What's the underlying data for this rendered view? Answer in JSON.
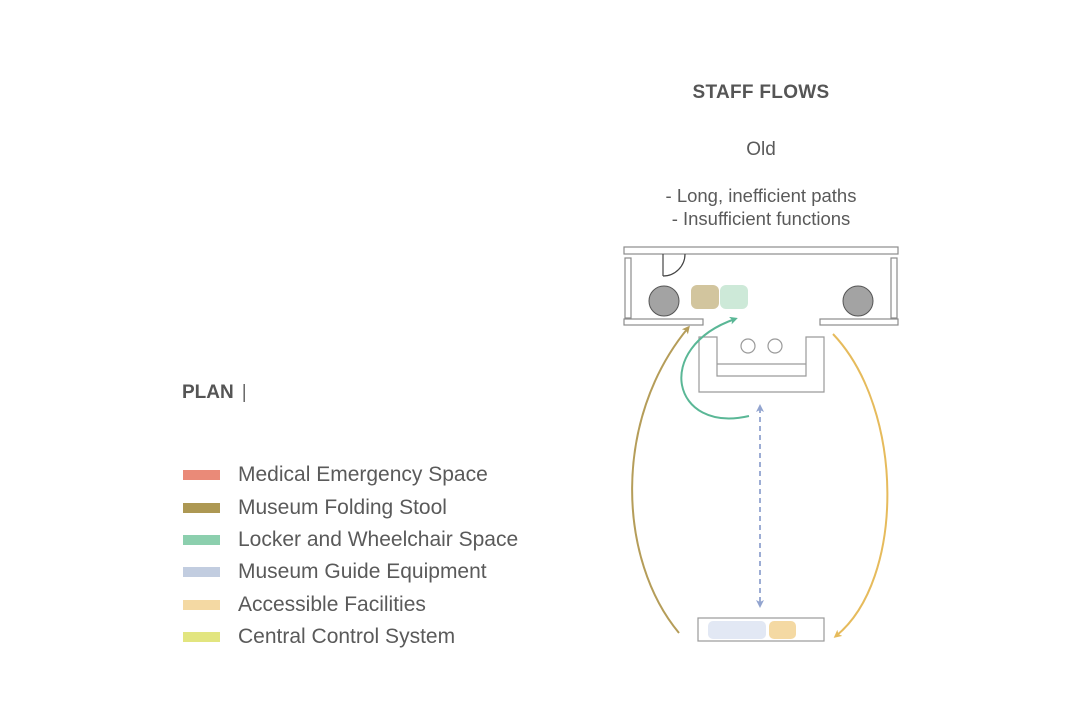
{
  "header": {
    "heading": "STAFF FLOWS",
    "version": "Old",
    "notes": [
      "- Long, inefficient paths",
      "- Insufficient functions"
    ]
  },
  "plan": {
    "title": "PLAN",
    "separator": "|"
  },
  "legend": {
    "items": [
      {
        "label": "Medical Emergency Space",
        "color": "#ea8a78"
      },
      {
        "label": "Museum Folding Stool",
        "color": "#ad9853"
      },
      {
        "label": "Locker and Wheelchair Space",
        "color": "#8ccfae"
      },
      {
        "label": "Museum Guide Equipment",
        "color": "#c2cde0"
      },
      {
        "label": "Accessible Facilities",
        "color": "#f4d9a3"
      },
      {
        "label": "Central Control System",
        "color": "#e2e57f"
      }
    ]
  },
  "colors": {
    "wall": "#8c8c8c",
    "circle_fill": "#a3a3a3",
    "stool_fill": "#d2c59e",
    "locker_fill": "#cde9d8",
    "guide_fill": "#e2e8f4",
    "accessible_fill": "#f4d9a3",
    "path_stool": "#b59d59",
    "path_locker": "#5ab796",
    "path_accessible": "#e6bb5c",
    "path_guide": "#92a4cf"
  }
}
